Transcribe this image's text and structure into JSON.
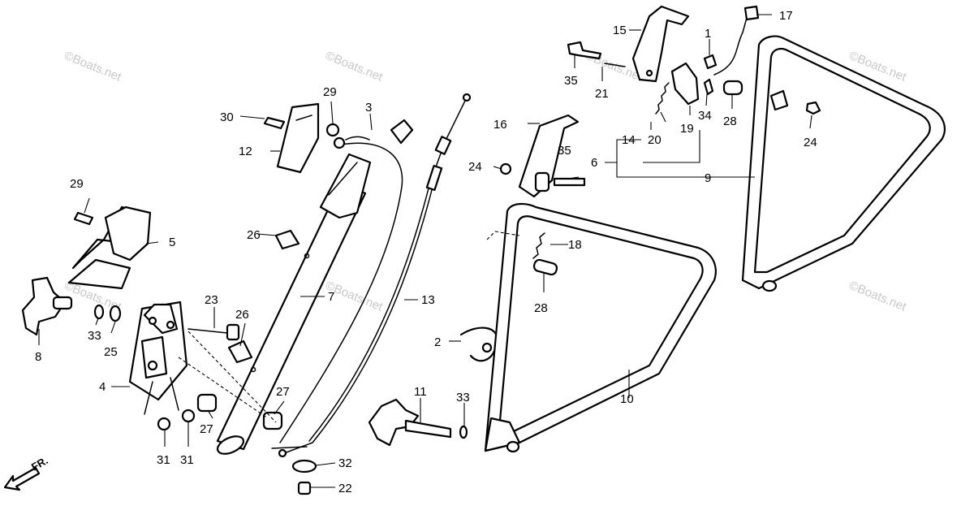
{
  "watermark": "©Boats.net",
  "direction_label": "FR.",
  "callouts": [
    "1",
    "2",
    "3",
    "4",
    "5",
    "6",
    "7",
    "8",
    "9",
    "10",
    "11",
    "12",
    "13",
    "14",
    "15",
    "16",
    "17",
    "18",
    "19",
    "20",
    "21",
    "22",
    "23",
    "24",
    "25",
    "26",
    "27",
    "28",
    "29",
    "30",
    "31",
    "32",
    "33",
    "34",
    "35"
  ]
}
